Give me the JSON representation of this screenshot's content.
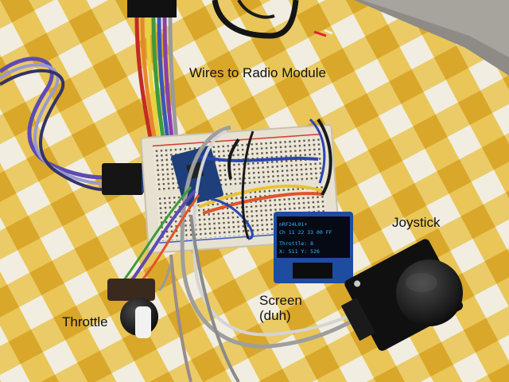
{
  "labels": {
    "radio": "Wires to Radio Module",
    "joystick": "Joystick",
    "screen_line1": "Screen",
    "screen_line2": "(duh)",
    "throttle": "Throttle"
  },
  "oled": {
    "line1": "nRF24L01+",
    "line2": "Ch 11 22 33 00 FF",
    "line3": "Throttle: 8",
    "line4": "X: 511   Y: 526"
  },
  "colors": {
    "fabric_yellow": "#e9c03c",
    "fabric_white": "#f3f1e6",
    "breadboard": "#ece6d6",
    "oled_blue": "#33b6ff"
  }
}
